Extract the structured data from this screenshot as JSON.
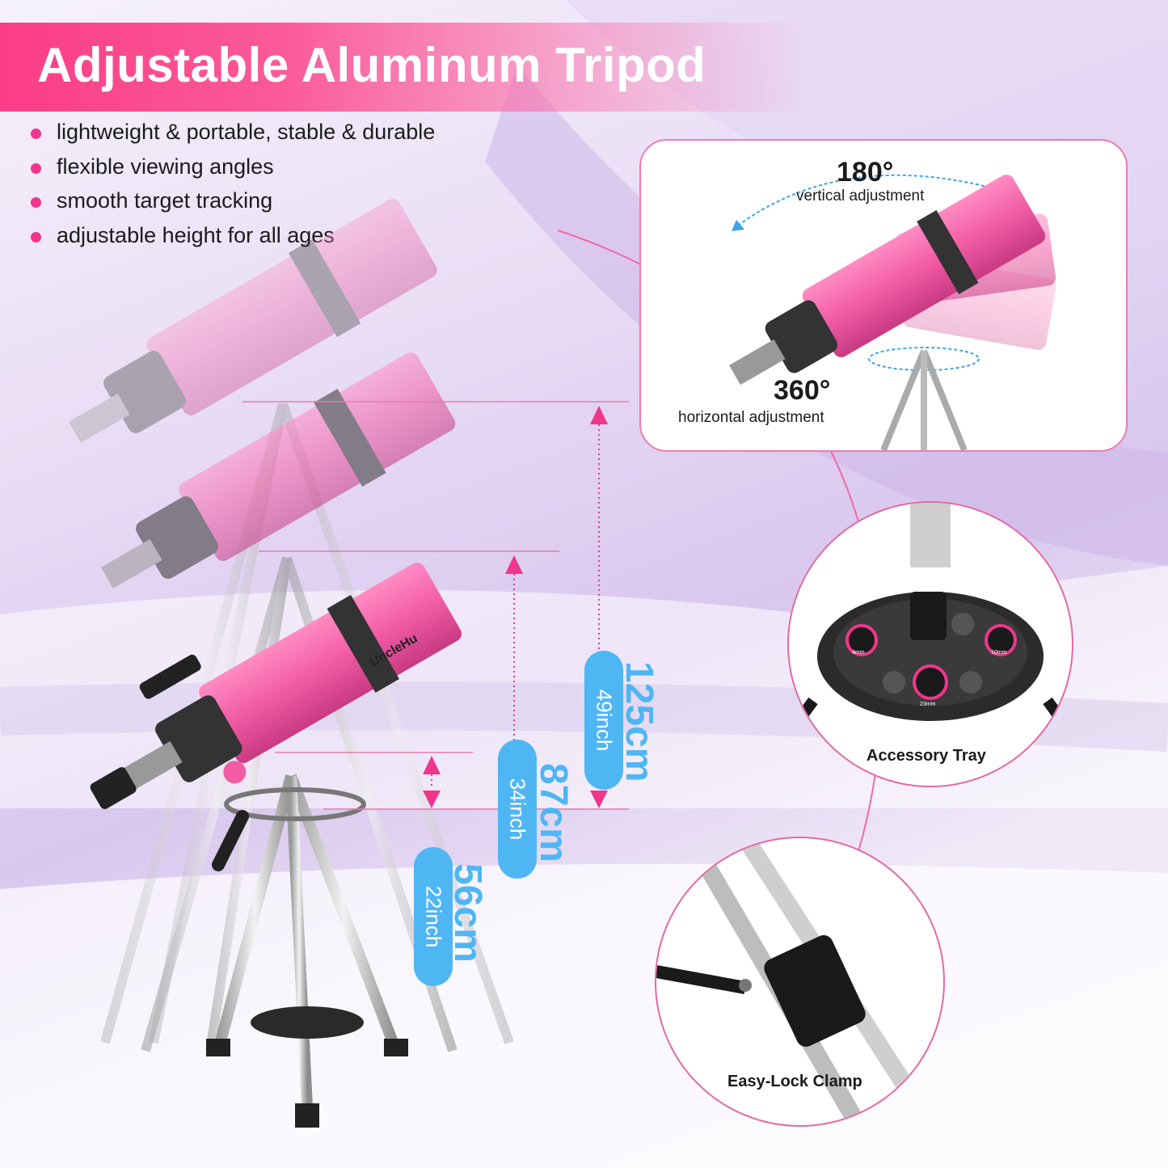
{
  "header": {
    "title": "Adjustable Aluminum Tripod"
  },
  "features": [
    "lightweight & portable, stable & durable",
    "flexible viewing angles",
    "smooth target tracking",
    "adjustable height for all ages"
  ],
  "brand": {
    "logo_text": "UncleHu"
  },
  "rotation_callout": {
    "vertical_angle": "180°",
    "vertical_label": "vertical adjustment",
    "horizontal_angle": "360°",
    "horizontal_label": "horizontal adjustment"
  },
  "detail_circles": {
    "tray_label": "Accessory Tray",
    "clamp_label": "Easy-Lock Clamp",
    "eyepieces": [
      "4mm",
      "10mm",
      "23mm"
    ]
  },
  "heights": [
    {
      "metric": "56cm",
      "imperial": "22inch"
    },
    {
      "metric": "87cm",
      "imperial": "34inch"
    },
    {
      "metric": "125cm",
      "imperial": "49inch"
    }
  ],
  "colors": {
    "accent_pink": "#f0368a",
    "telescope_pink": "#f25ca5",
    "measure_blue": "#4fb6f4"
  }
}
